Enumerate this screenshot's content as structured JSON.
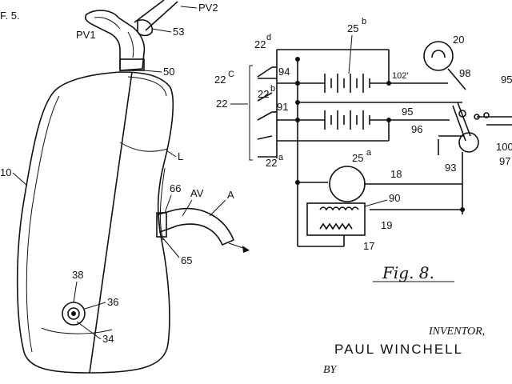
{
  "labels": {
    "fig_left": "F. 5.",
    "pv1": "PV1",
    "pv2": "PV2",
    "n53": "53",
    "n50": "50",
    "n10": "10",
    "L": "L",
    "n66": "66",
    "AV": "AV",
    "A": "A",
    "n65": "65",
    "n38": "38",
    "n36": "36",
    "n34": "34",
    "n22d": "22",
    "s22d": "d",
    "n22c": "22",
    "s22c": "C",
    "n22b": "22",
    "s22b": "b",
    "n22": "22",
    "n22a": "22",
    "s22a": "a",
    "n94": "94",
    "n91": "91",
    "n25b": "25",
    "s25b": "b",
    "n102": "102'",
    "n20": "20",
    "n98": "98",
    "n95r": "95",
    "n95": "95",
    "n96": "96",
    "n100": "100",
    "n97": "97",
    "n93": "93",
    "n25a": "25",
    "s25a": "a",
    "n18": "18",
    "n90": "90",
    "n19": "19",
    "n17": "17",
    "fig8": "Fig. 8.",
    "inventor": "INVENTOR,",
    "name": "PAUL  WINCHELL",
    "by": "BY"
  }
}
